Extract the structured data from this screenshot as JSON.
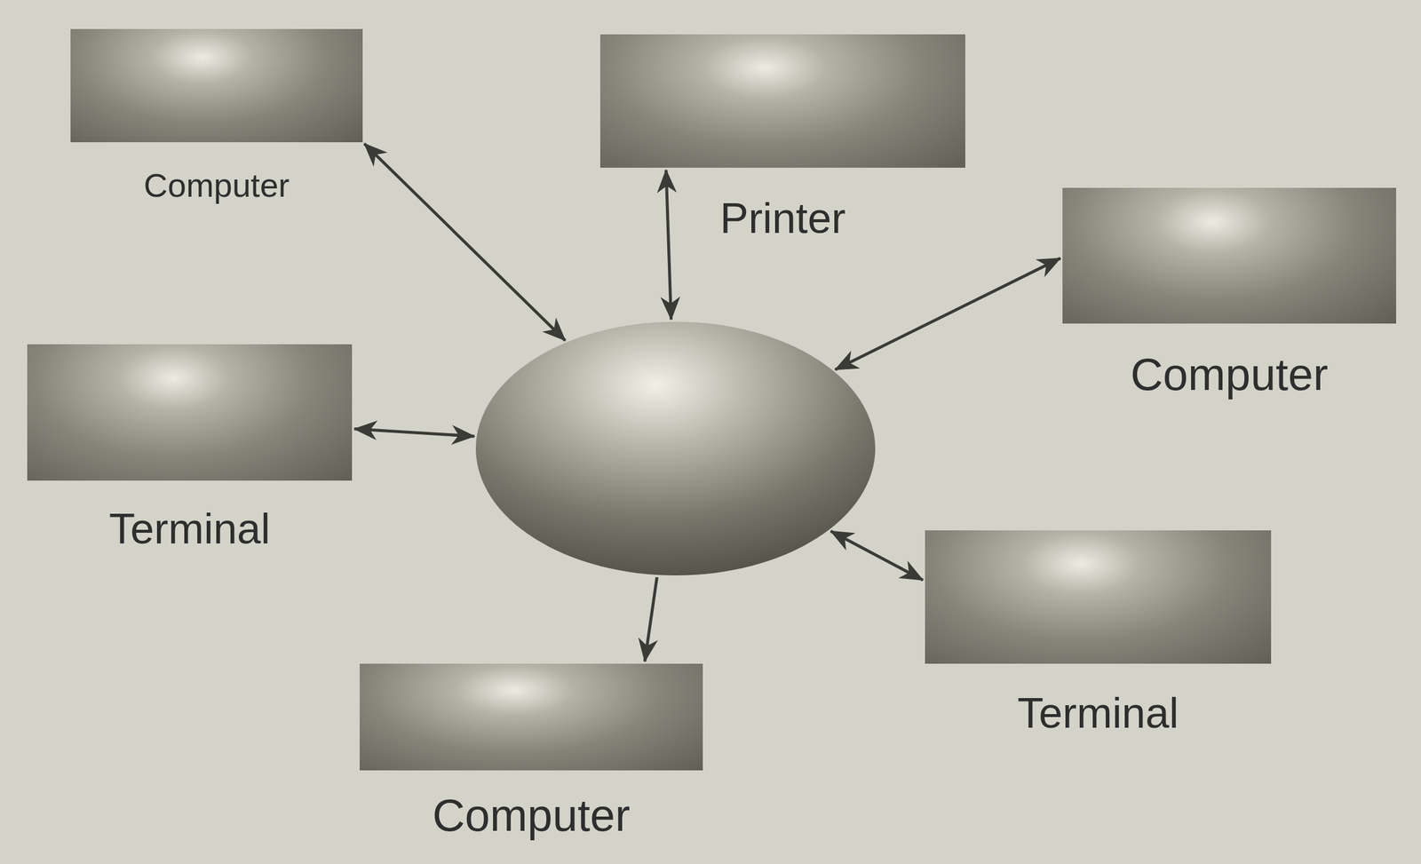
{
  "diagram": {
    "nodes": [
      {
        "text": [
          "Computer"
        ]
      },
      {
        "text": [
          "Printer"
        ]
      },
      {
        "text": [
          "Computer"
        ]
      },
      {
        "text": [
          "Terminal"
        ]
      },
      {
        "text": []
      },
      {
        "text": [
          "Terminal"
        ]
      },
      {
        "text": [
          "Computer"
        ]
      }
    ],
    "edges": [
      {
        "from": 0,
        "to": 4,
        "arrow": "both"
      },
      {
        "from": 1,
        "to": 4,
        "arrow": "both"
      },
      {
        "from": 2,
        "to": 4,
        "arrow": "both"
      },
      {
        "from": 3,
        "to": 4,
        "arrow": "both"
      },
      {
        "from": 5,
        "to": 4,
        "arrow": "both"
      },
      {
        "from": 4,
        "to": 6,
        "arrow": "to"
      }
    ]
  }
}
